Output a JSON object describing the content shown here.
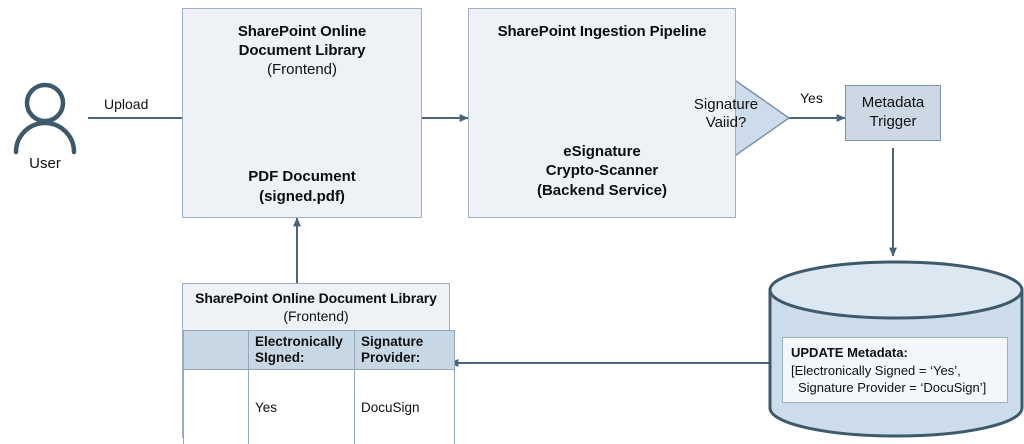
{
  "diagram": {
    "title": "SharePoint eSignature ingestion flow",
    "colors": {
      "container_fill": "#eef2f7",
      "container_stroke": "#9fb0c4",
      "node_fill": "#ccd9e5",
      "node_stroke": "#7f93a8",
      "icon_stroke": "#3d5a6c",
      "arrow": "#4b647b",
      "table_header_fill": "#c8d7e4",
      "db_fill": "#ccdcea",
      "db_stroke": "#3d5a6c"
    },
    "actor": {
      "label": "User",
      "icon": "user-icon"
    },
    "edges": {
      "upload": "Upload",
      "yes": "Yes"
    },
    "frontend_box": {
      "title_line1": "SharePoint Online",
      "title_line2": "Document Library",
      "subtitle": "(Frontend)",
      "icon": "pdf-document-icon",
      "caption_line1": "PDF Document",
      "caption_line2": "(signed.pdf)"
    },
    "pipeline_box": {
      "title": "SharePoint Ingestion Pipeline",
      "icon": "certificate-scanner-icon",
      "caption_line1": "eSignature",
      "caption_line2": "Crypto-Scanner",
      "caption_line3": "(Backend Service)"
    },
    "decision": {
      "line1": "Signature",
      "line2": "Vaiid?"
    },
    "metadata_trigger": {
      "line1": "Metadata",
      "line2": "Trigger"
    },
    "database": {
      "note_header": "UPDATE Metadata:",
      "note_line1": "[Electronically Signed = ‘Yes’,",
      "note_line2": "Signature Provider = ‘DocuSign’]"
    },
    "result_box": {
      "title": "SharePoint Online Document Library",
      "subtitle": "(Frontend)",
      "table": {
        "headers": [
          "",
          "Electronically SIgned:",
          "Signature Provider:"
        ],
        "rows": [
          {
            "icon": "pdf-document-icon",
            "electronically_signed": "Yes",
            "signature_provider": "DocuSign"
          }
        ]
      }
    }
  }
}
